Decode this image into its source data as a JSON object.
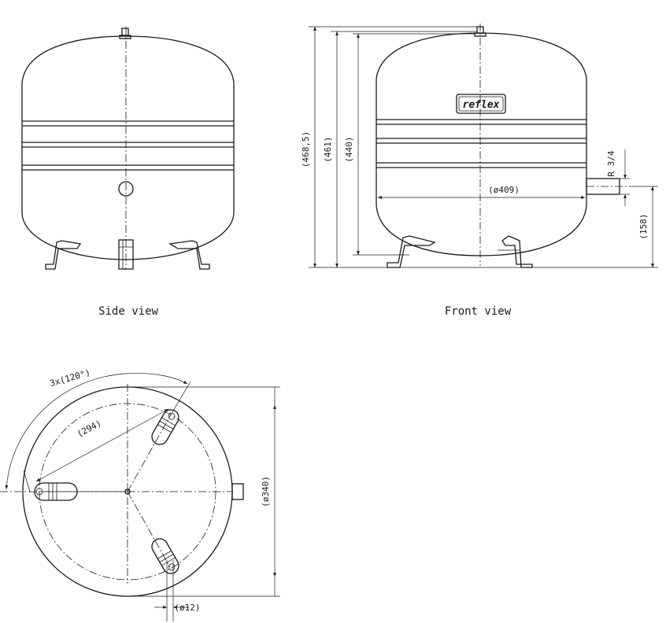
{
  "views": {
    "side_caption": "Side view",
    "front_caption": "Front view"
  },
  "brand": {
    "logo_text": "reflex"
  },
  "dimensions": {
    "height_total": "(468,5)",
    "height_mid": "(461)",
    "height_body": "(440)",
    "diameter_front": "(ø409)",
    "connection_height": "(158)",
    "thread": "R 3/4",
    "feet_angle": "3x(120°)",
    "feet_circle": "(294)",
    "diameter_plan": "(ø340)",
    "foot_hole": "(ø12)"
  }
}
